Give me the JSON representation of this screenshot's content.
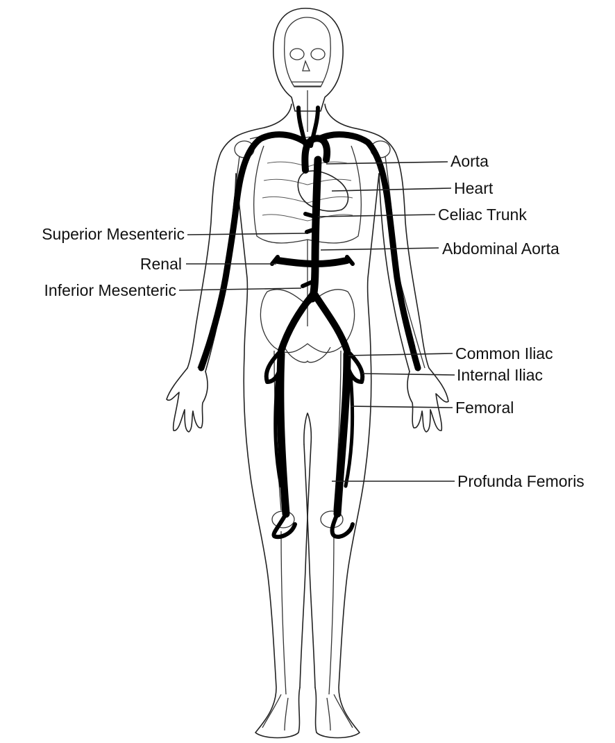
{
  "labels": {
    "aorta": "Aorta",
    "heart": "Heart",
    "celiac_trunk": "Celiac Trunk",
    "superior_mesenteric": "Superior Mesenteric",
    "abdominal_aorta": "Abdominal Aorta",
    "renal": "Renal",
    "inferior_mesenteric": "Inferior Mesenteric",
    "common_iliac": "Common Iliac",
    "internal_iliac": "Internal Iliac",
    "femoral": "Femoral",
    "profunda_femoris": "Profunda Femoris"
  },
  "colors": {
    "artery": "#000000",
    "outline": "#222222",
    "background": "#ffffff"
  }
}
